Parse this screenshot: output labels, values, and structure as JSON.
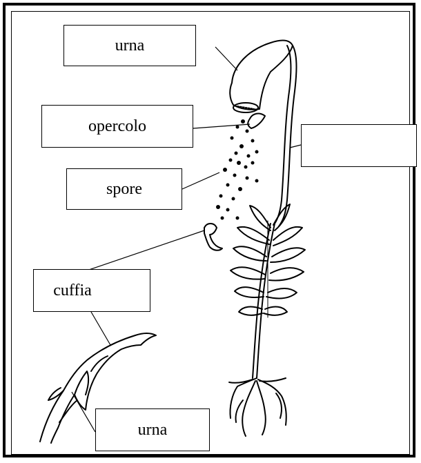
{
  "labels": {
    "urna_top": "urna",
    "opercolo": "opercolo",
    "spore": "spore",
    "blank": "",
    "cuffia": "cuffia",
    "urna_bottom": "urna"
  },
  "colors": {
    "ink": "#000000",
    "paper": "#ffffff"
  }
}
